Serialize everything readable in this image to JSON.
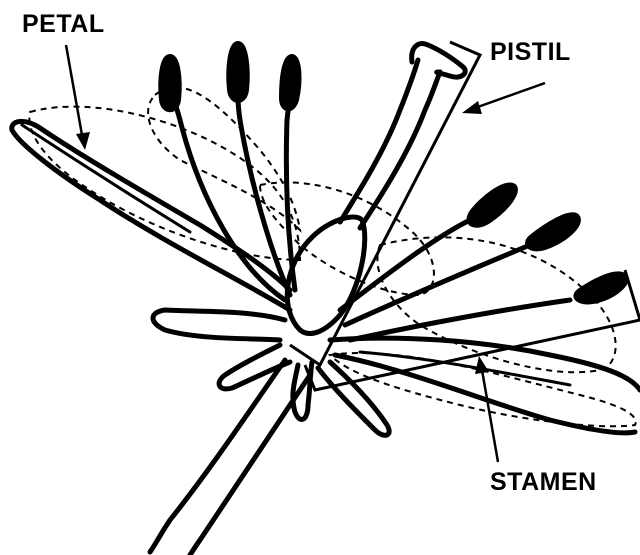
{
  "labels": {
    "petal": "PETAL",
    "pistil": "PISTIL",
    "stamen": "STAMEN"
  },
  "colors": {
    "ink": "#000000",
    "background": "#ffffff"
  }
}
